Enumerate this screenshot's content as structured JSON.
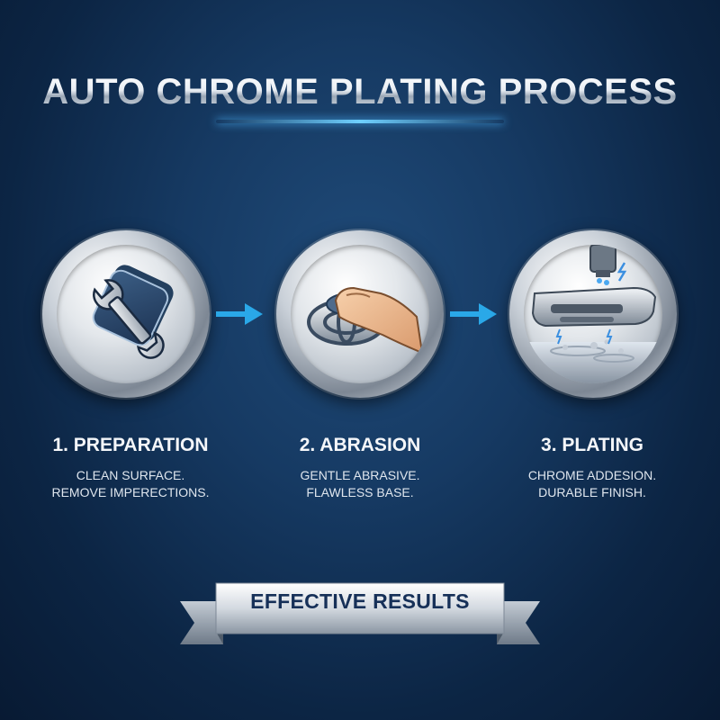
{
  "title": "AUTO CHROME PLATING PROCESS",
  "steps": [
    {
      "title": "1. PREPARATION",
      "desc": [
        "CLEAN SURFACE.",
        "REMOVE IMPERECTIONS."
      ],
      "icon": "wrench-icon"
    },
    {
      "title": "2. ABRASION",
      "desc": [
        "GENTLE ABRASIVE.",
        "FLAWLESS BASE."
      ],
      "icon": "hand-polishing-icon"
    },
    {
      "title": "3. PLATING",
      "desc": [
        "CHROME ADDESION.",
        "DURABLE FINISH."
      ],
      "icon": "bumper-plating-icon"
    }
  ],
  "banner": "EFFECTIVE RESULTS",
  "colors": {
    "accent": "#2aa8e8",
    "background": "#163a63",
    "banner_text": "#163058"
  }
}
